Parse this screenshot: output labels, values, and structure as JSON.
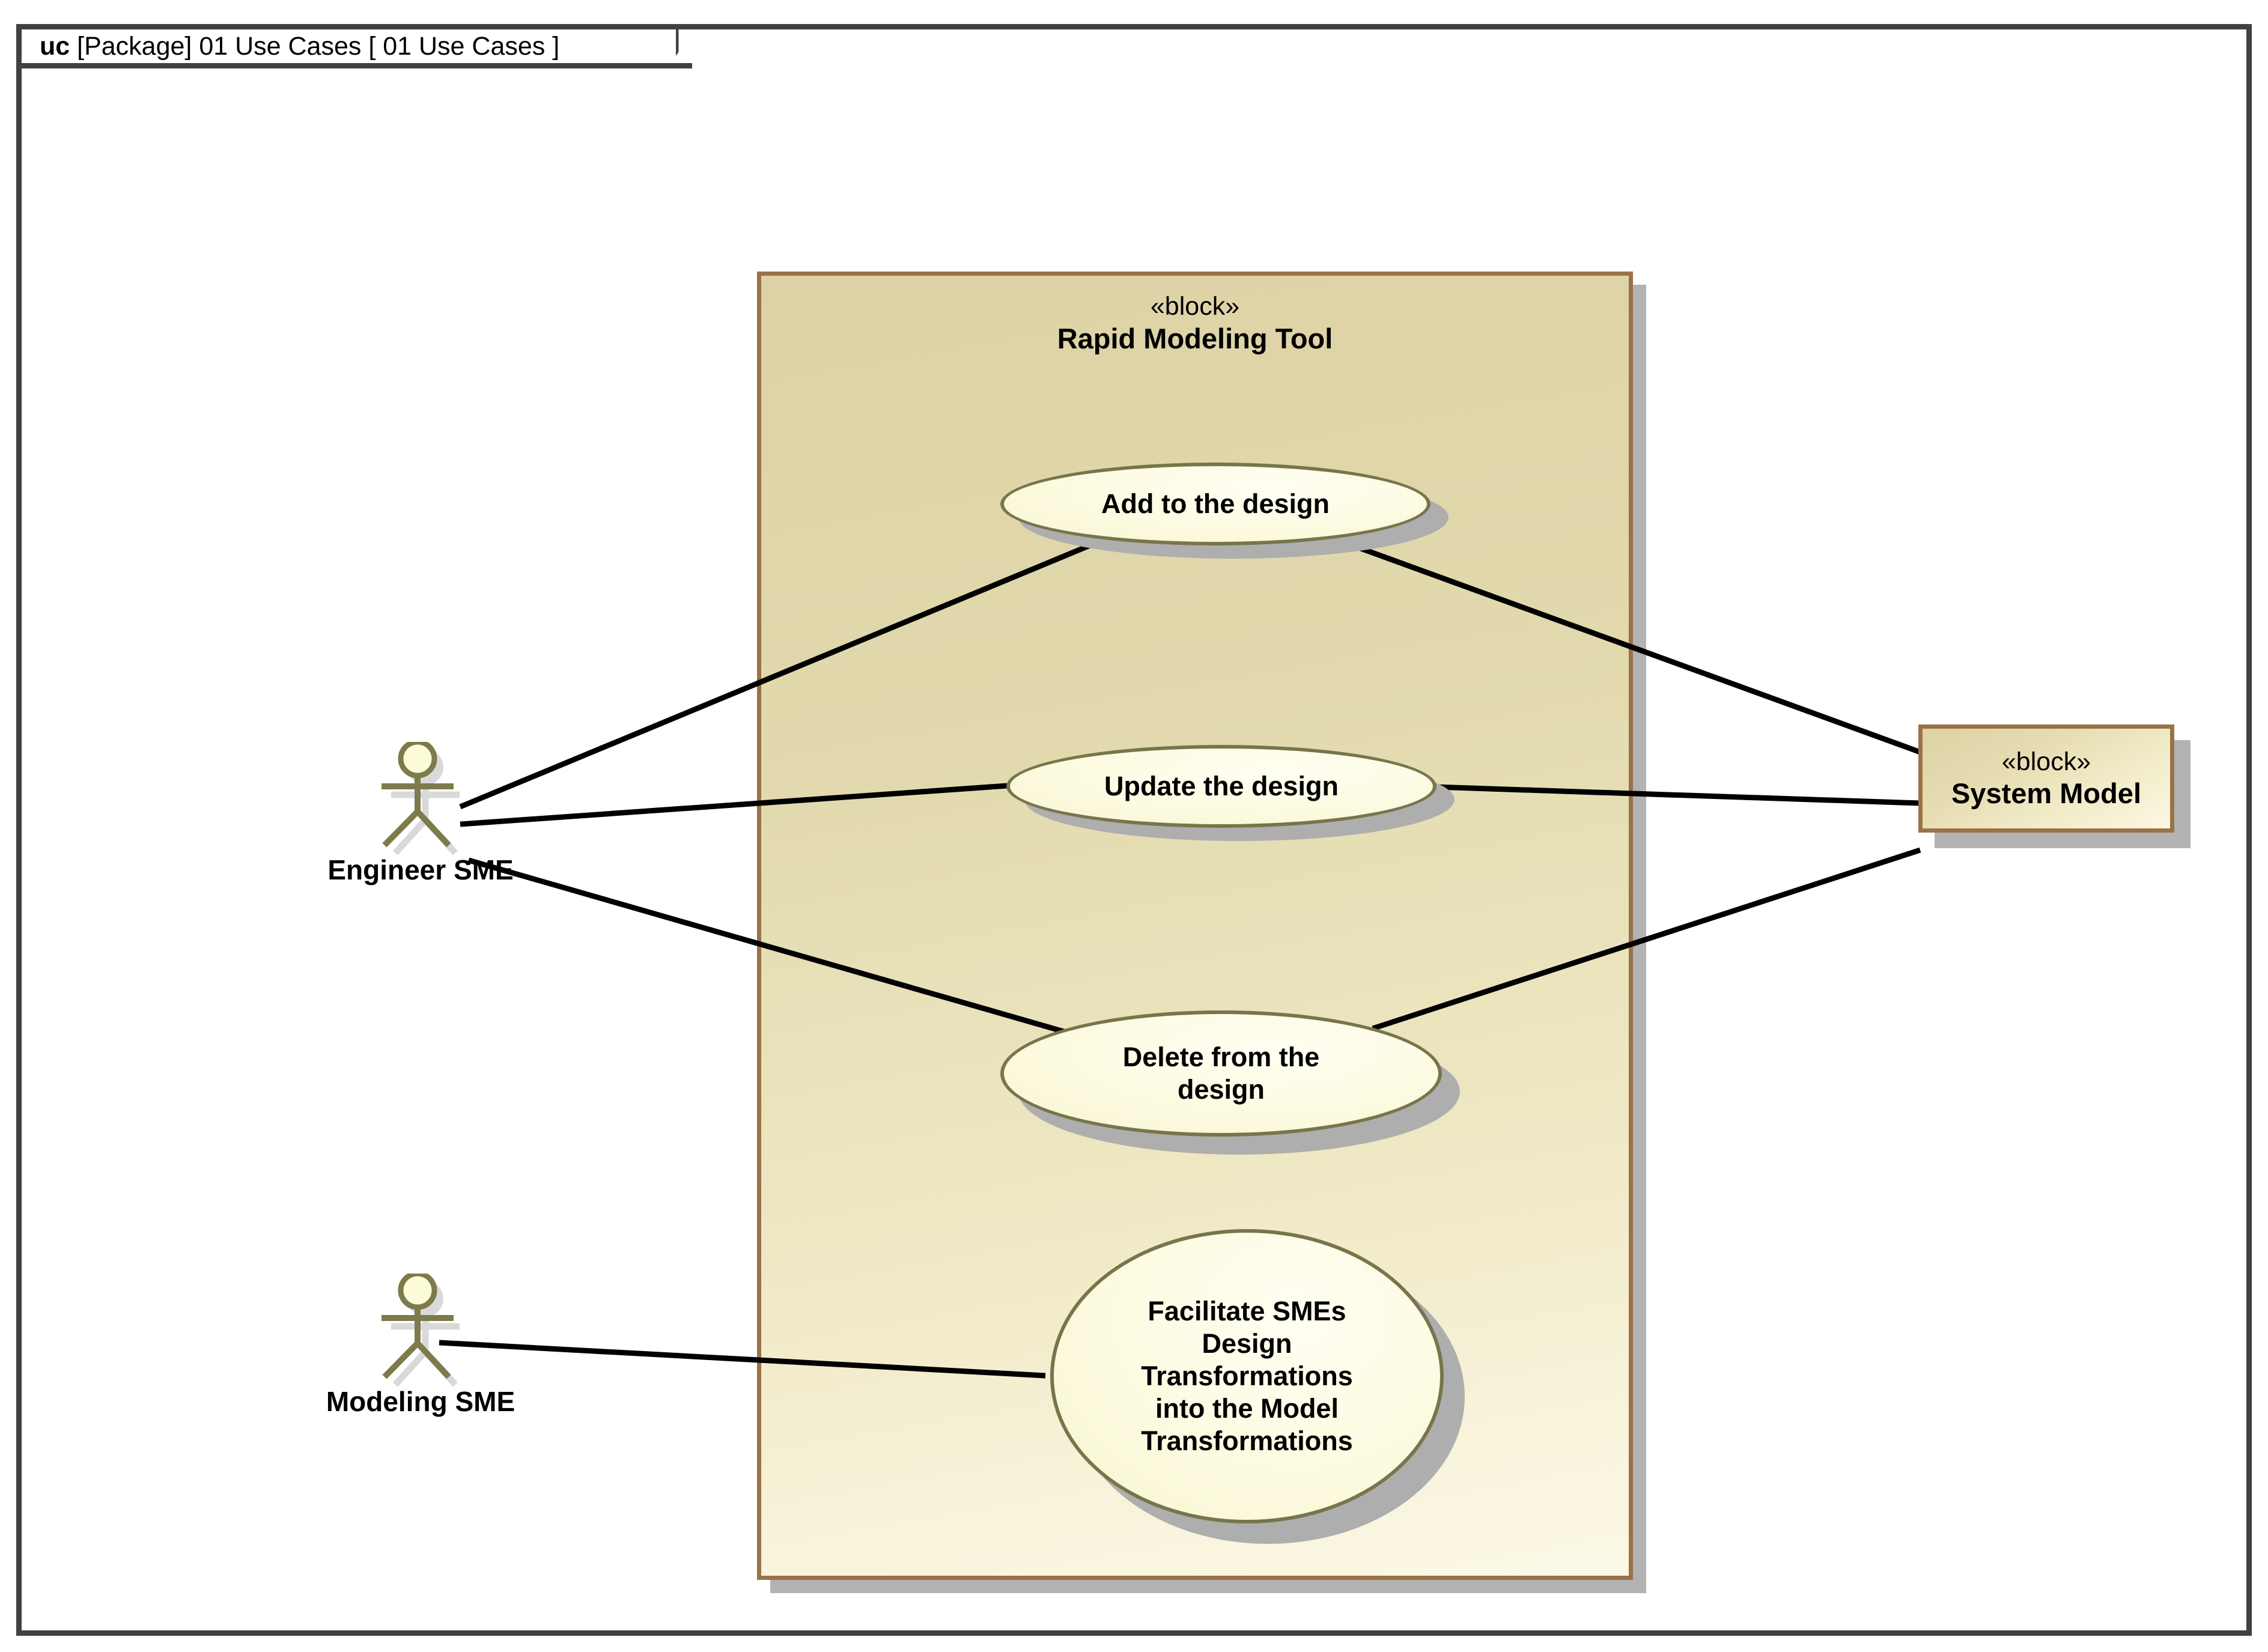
{
  "frame": {
    "keyword": "uc",
    "label": " [Package] 01 Use Cases [ 01 Use Cases ]",
    "border_color": "#414141"
  },
  "boundary": {
    "stereotype": "«block»",
    "name": "Rapid Modeling Tool",
    "border_color": "#9a7248",
    "fill_top": "#ddd2a5",
    "fill_bottom": "#fbf8e6"
  },
  "external_blocks": [
    {
      "id": "system-model",
      "stereotype": "«block»",
      "name": "System Model",
      "border_color": "#9a7248"
    }
  ],
  "use_cases": [
    {
      "id": "add-to-the-design",
      "label": "Add to the design"
    },
    {
      "id": "update-the-design",
      "label": "Update the design"
    },
    {
      "id": "delete-from-the-design",
      "label": "Delete from the\ndesign"
    },
    {
      "id": "facilitate-smes-design-transformations",
      "label": "Facilitate SMEs\nDesign\nTransformations\ninto the Model\nTransformations"
    }
  ],
  "actors": [
    {
      "id": "engineer-sme",
      "label": "Engineer SME"
    },
    {
      "id": "modeling-sme",
      "label": "Modeling SME"
    }
  ],
  "associations": [
    {
      "from": "engineer-sme",
      "to": "add-to-the-design"
    },
    {
      "from": "engineer-sme",
      "to": "update-the-design"
    },
    {
      "from": "engineer-sme",
      "to": "delete-from-the-design"
    },
    {
      "from": "add-to-the-design",
      "to": "system-model"
    },
    {
      "from": "update-the-design",
      "to": "system-model"
    },
    {
      "from": "delete-from-the-design",
      "to": "system-model"
    },
    {
      "from": "modeling-sme",
      "to": "facilitate-smes-design-transformations"
    }
  ],
  "colors": {
    "actor_stroke": "#7d7a4c",
    "actor_head_fill": "#fbfbd8",
    "shadow": "#b3b3b3",
    "ellipse_stroke": "#77754a",
    "line": "#000000"
  }
}
